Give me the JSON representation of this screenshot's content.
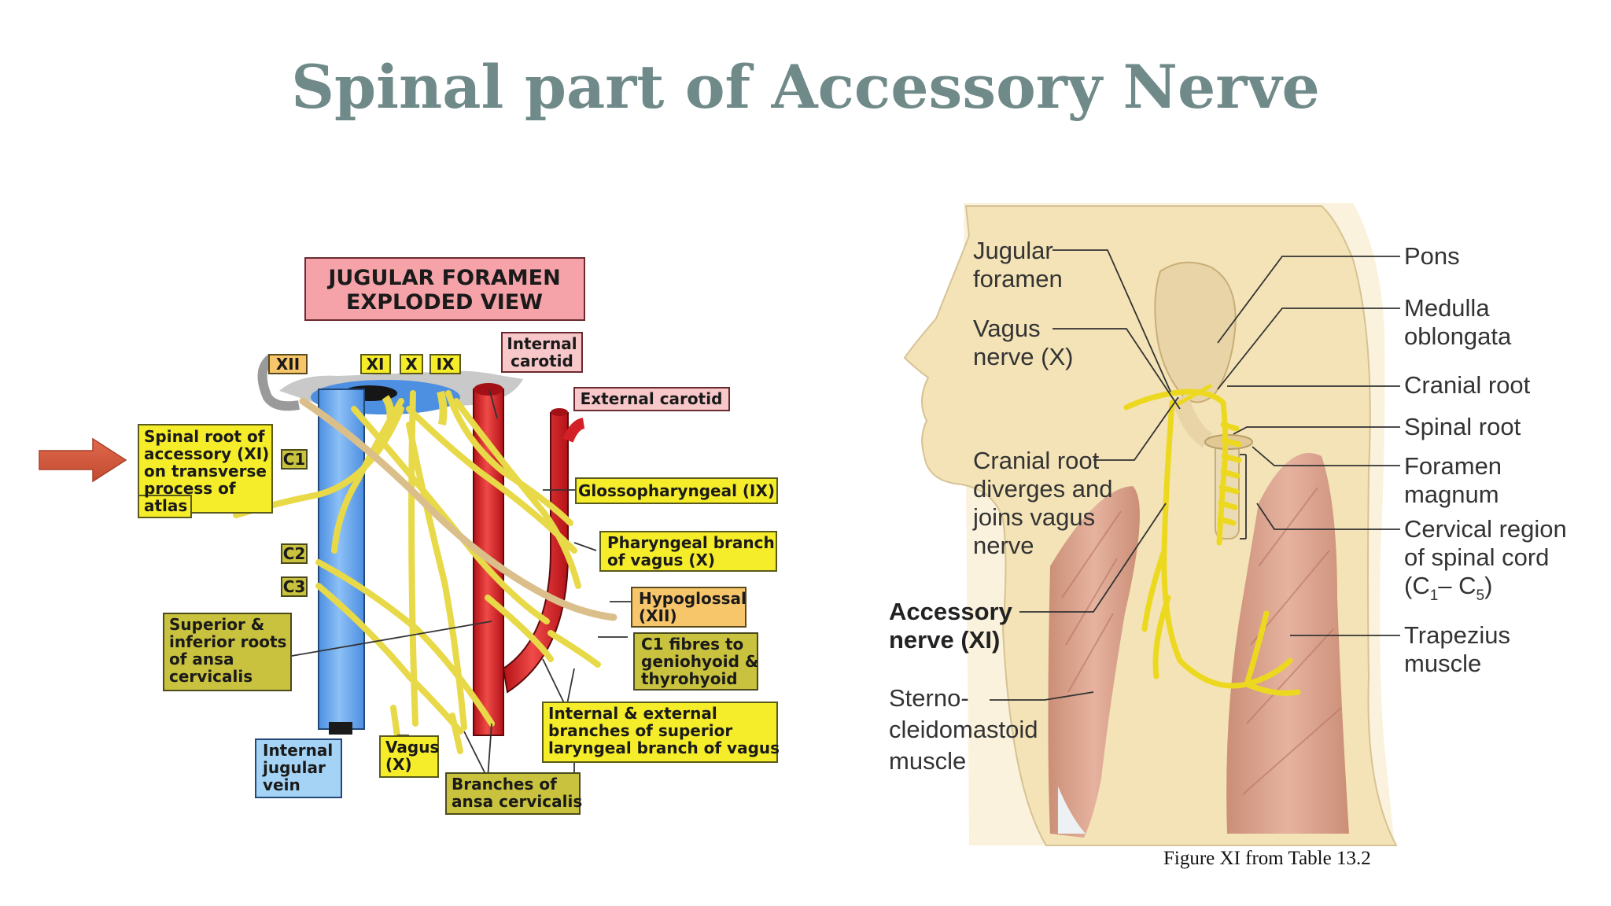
{
  "slide": {
    "title": "Spinal part of Accessory Nerve"
  },
  "left_diagram": {
    "header": [
      "JUGULAR FORAMEN",
      "EXPLODED VIEW"
    ],
    "nerve_tags": {
      "xii": "XII",
      "xi": "XI",
      "x": "X",
      "ix": "IX"
    },
    "labels": {
      "internal_carotid": [
        "Internal",
        "carotid"
      ],
      "external_carotid": "External carotid",
      "spinal_root": [
        "Spinal root of",
        "accessory (XI)",
        "on transverse",
        "process of",
        "atlas"
      ],
      "c1": "C1",
      "c2": "C2",
      "c3": "C3",
      "glossopharyngeal": "Glossopharyngeal (IX)",
      "pharyngeal_branch": [
        "Pharyngeal branch",
        "of vagus (X)"
      ],
      "hypoglossal": [
        "Hypoglossal",
        "(XII)"
      ],
      "c1_fibres": [
        "C1 fibres to",
        "geniohyoid &",
        "thyrohyoid"
      ],
      "ansa_roots": [
        "Superior &",
        "inferior roots",
        "of ansa",
        "cervicalis"
      ],
      "laryngeal": [
        "Internal & external",
        "branches of superior",
        "laryngeal branch of vagus"
      ],
      "internal_jugular": [
        "Internal",
        "jugular",
        "vein"
      ],
      "vagus": [
        "Vagus",
        "(X)"
      ],
      "ansa_branches": [
        "Branches of",
        "ansa cervicalis"
      ]
    }
  },
  "right_diagram": {
    "labels": {
      "jugular_foramen": [
        "Jugular",
        "foramen"
      ],
      "vagus_nerve": [
        "Vagus",
        "nerve (X)"
      ],
      "cranial_root_diverges": [
        "Cranial root",
        "diverges and",
        "joins vagus",
        "nerve"
      ],
      "accessory_nerve": [
        "Accessory",
        "nerve (XI)"
      ],
      "sternocleidomastoid": [
        "Sterno-",
        "cleidomastoid",
        "muscle"
      ],
      "pons": "Pons",
      "medulla": [
        "Medulla",
        "oblongata"
      ],
      "cranial_root": "Cranial root",
      "spinal_root": "Spinal root",
      "foramen_magnum": [
        "Foramen",
        "magnum"
      ],
      "cervical_region": [
        "Cervical region",
        "of spinal cord",
        "(C",
        "1",
        "– C",
        "5",
        ")"
      ],
      "trapezius": [
        "Trapezius",
        "muscle"
      ]
    },
    "caption": "Figure XI from Table 13.2"
  },
  "colors": {
    "title": "#6f8a88",
    "label_yellow": "#f5ec2a",
    "label_olive": "#c9c23e",
    "label_pink": "#f5a3a8",
    "label_blue": "#a5d3f5",
    "label_orange": "#f7c56a",
    "vein_blue": "#6aaaf0",
    "artery_red": "#e3262b",
    "nerve_yellow": "#f0e24a",
    "skin": "#f6e8c6",
    "arrow": "#d4583b"
  }
}
